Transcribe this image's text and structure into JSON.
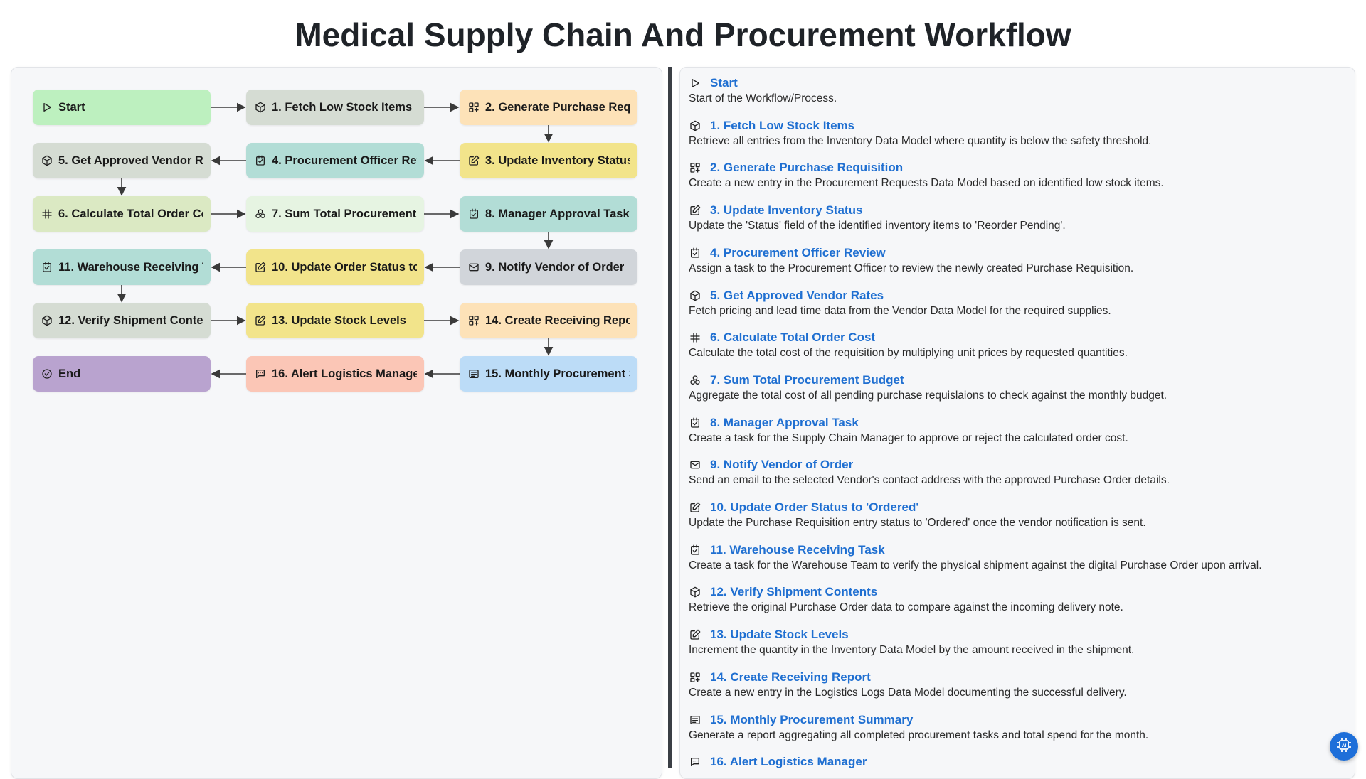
{
  "page": {
    "title": "Medical Supply Chain And Procurement Workflow"
  },
  "colors": {
    "start": "#bdf0bf",
    "end": "#b9a3cf",
    "link": "#1f6fd1",
    "fab": "#1e6fd9"
  },
  "nodes": [
    {
      "id": "start",
      "label": "Start",
      "icon": "play-icon",
      "color": "#bdf0bf"
    },
    {
      "id": "n1",
      "label": "1. Fetch Low Stock Items",
      "icon": "cube-icon",
      "color": "#d5dcd3"
    },
    {
      "id": "n2",
      "label": "2. Generate Purchase Requisition",
      "icon": "grid-plus-icon",
      "color": "#fde2b8"
    },
    {
      "id": "n3",
      "label": "3. Update Inventory Status",
      "icon": "edit-icon",
      "color": "#f2e48b"
    },
    {
      "id": "n4",
      "label": "4. Procurement Officer Review",
      "icon": "checklist-icon",
      "color": "#b2ddd6"
    },
    {
      "id": "n5",
      "label": "5. Get Approved Vendor Rates",
      "icon": "cube-icon",
      "color": "#d5dcd3"
    },
    {
      "id": "n6",
      "label": "6. Calculate Total Order Cost",
      "icon": "hash-icon",
      "color": "#dbe9c3"
    },
    {
      "id": "n7",
      "label": "7. Sum Total Procurement Budget",
      "icon": "aggregate-icon",
      "color": "#e6f4e2"
    },
    {
      "id": "n8",
      "label": "8. Manager Approval Task",
      "icon": "checklist-icon",
      "color": "#b2ddd6"
    },
    {
      "id": "n9",
      "label": "9. Notify Vendor of Order",
      "icon": "mail-icon",
      "color": "#d1d5da"
    },
    {
      "id": "n10",
      "label": "10. Update Order Status to 'Ordered'",
      "icon": "edit-icon",
      "color": "#f2e48b"
    },
    {
      "id": "n11",
      "label": "11. Warehouse Receiving Task",
      "icon": "checklist-icon",
      "color": "#b2ddd6"
    },
    {
      "id": "n12",
      "label": "12. Verify Shipment Contents",
      "icon": "cube-icon",
      "color": "#d5dcd3"
    },
    {
      "id": "n13",
      "label": "13. Update Stock Levels",
      "icon": "edit-icon",
      "color": "#f2e48b"
    },
    {
      "id": "n14",
      "label": "14. Create Receiving Report",
      "icon": "grid-plus-icon",
      "color": "#fde2b8"
    },
    {
      "id": "n15",
      "label": "15. Monthly Procurement Summary",
      "icon": "report-icon",
      "color": "#bcdcf7"
    },
    {
      "id": "n16",
      "label": "16. Alert Logistics Manager",
      "icon": "chat-icon",
      "color": "#fbc6b6"
    },
    {
      "id": "end",
      "label": "End",
      "icon": "check-circle-icon",
      "color": "#b9a3cf"
    }
  ],
  "steps": [
    {
      "title": "Start",
      "icon": "play-icon",
      "desc": "Start of the Workflow/Process."
    },
    {
      "title": "1. Fetch Low Stock Items",
      "icon": "cube-icon",
      "desc": "Retrieve all entries from the Inventory Data Model where quantity is below the safety threshold."
    },
    {
      "title": "2. Generate Purchase Requisition",
      "icon": "grid-plus-icon",
      "desc": "Create a new entry in the Procurement Requests Data Model based on identified low stock items."
    },
    {
      "title": "3. Update Inventory Status",
      "icon": "edit-icon",
      "desc": "Update the 'Status' field of the identified inventory items to 'Reorder Pending'."
    },
    {
      "title": "4. Procurement Officer Review",
      "icon": "checklist-icon",
      "desc": "Assign a task to the Procurement Officer to review the newly created Purchase Requisition."
    },
    {
      "title": "5. Get Approved Vendor Rates",
      "icon": "cube-icon",
      "desc": "Fetch pricing and lead time data from the Vendor Data Model for the required supplies."
    },
    {
      "title": "6. Calculate Total Order Cost",
      "icon": "hash-icon",
      "desc": "Calculate the total cost of the requisition by multiplying unit prices by requested quantities."
    },
    {
      "title": "7. Sum Total Procurement Budget",
      "icon": "aggregate-icon",
      "desc": "Aggregate the total cost of all pending purchase requislaions to check against the monthly budget."
    },
    {
      "title": "8. Manager Approval Task",
      "icon": "checklist-icon",
      "desc": "Create a task for the Supply Chain Manager to approve or reject the calculated order cost."
    },
    {
      "title": "9. Notify Vendor of Order",
      "icon": "mail-icon",
      "desc": "Send an email to the selected Vendor's contact address with the approved Purchase Order details."
    },
    {
      "title": "10. Update Order Status to 'Ordered'",
      "icon": "edit-icon",
      "desc": "Update the Purchase Requisition entry status to 'Ordered' once the vendor notification is sent."
    },
    {
      "title": "11. Warehouse Receiving Task",
      "icon": "checklist-icon",
      "desc": "Create a task for the Warehouse Team to verify the physical shipment against the digital Purchase Order upon arrival."
    },
    {
      "title": "12. Verify Shipment Contents",
      "icon": "cube-icon",
      "desc": "Retrieve the original Purchase Order data to compare against the incoming delivery note."
    },
    {
      "title": "13. Update Stock Levels",
      "icon": "edit-icon",
      "desc": "Increment the quantity in the Inventory Data Model by the amount received in the shipment."
    },
    {
      "title": "14. Create Receiving Report",
      "icon": "grid-plus-icon",
      "desc": "Create a new entry in the Logistics Logs Data Model documenting the successful delivery."
    },
    {
      "title": "15. Monthly Procurement Summary",
      "icon": "report-icon",
      "desc": "Generate a report aggregating all completed procurement tasks and total spend for the month."
    },
    {
      "title": "16. Alert Logistics Manager",
      "icon": "chat-icon",
      "desc": ""
    }
  ],
  "fab": {
    "icon": "ai-chip-icon"
  }
}
